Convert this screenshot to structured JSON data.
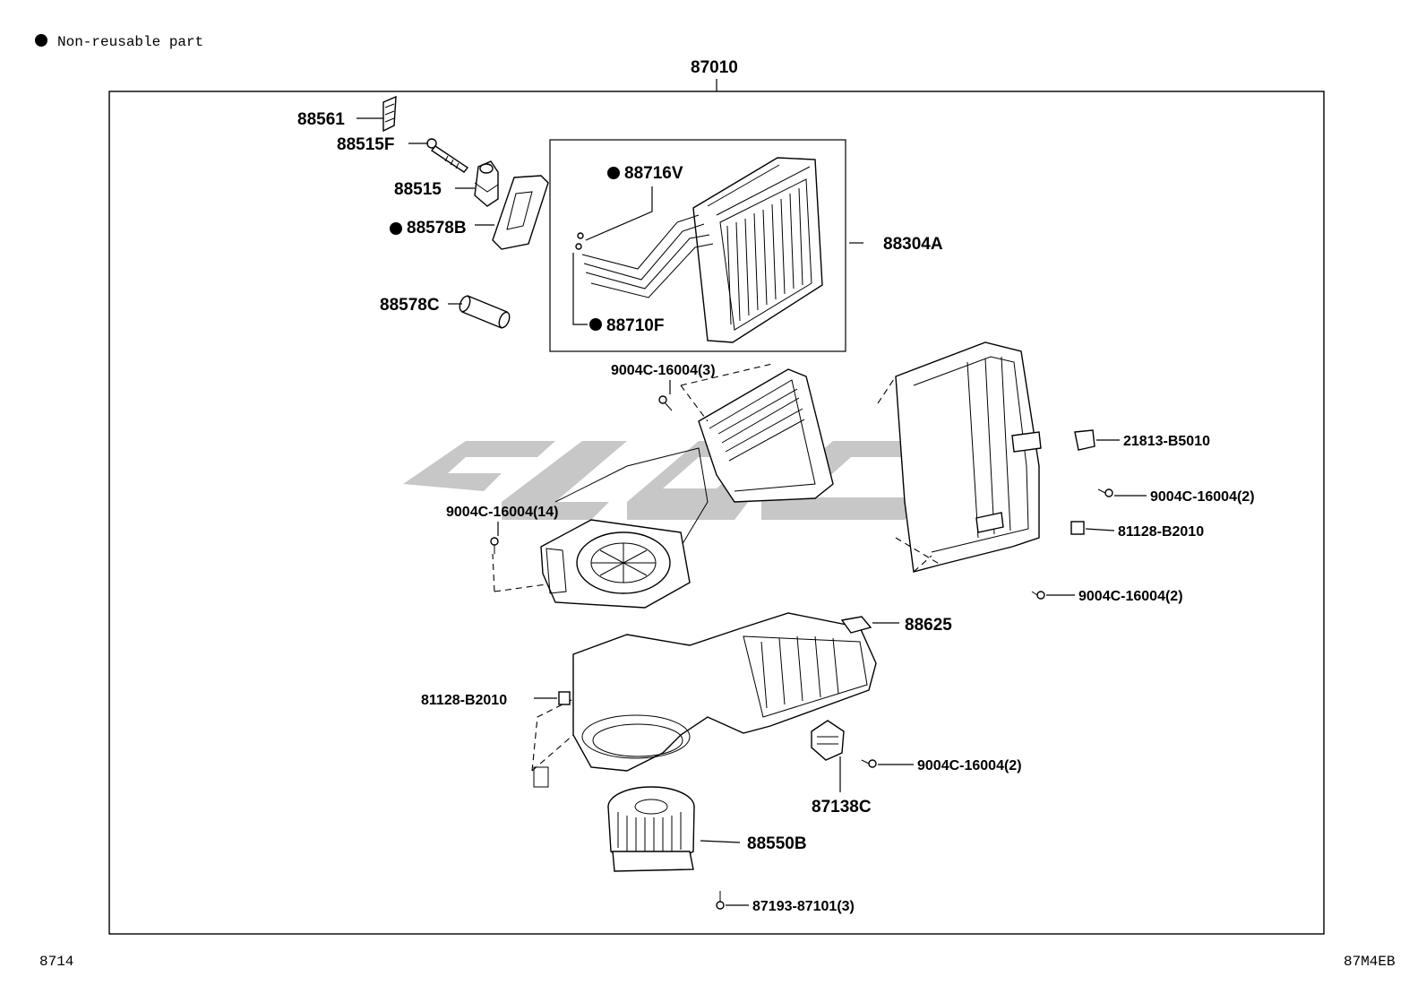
{
  "legend": {
    "text": "Non-reusable part",
    "symbol_icon": "filled-circle-icon"
  },
  "assembly": {
    "number": "87010"
  },
  "parts": {
    "p88561": "88561",
    "p88515F": "88515F",
    "p88515": "88515",
    "p88578B": "88578B",
    "p88578C": "88578C",
    "p88716V": "88716V",
    "p88710F": "88710F",
    "p88304A": "88304A",
    "p9004C_top": "9004C-16004(3)",
    "p21813": "21813-B5010",
    "p9004C_r1": "9004C-16004(2)",
    "p81128_r": "81128-B2010",
    "p9004C_r2": "9004C-16004(2)",
    "p9004C_14": "9004C-16004(14)",
    "p88625": "88625",
    "p81128_l": "81128-B2010",
    "p9004C_b": "9004C-16004(2)",
    "p87138C": "87138C",
    "p88550B": "88550B",
    "p87193": "87193-87101(3)"
  },
  "non_reusable": [
    "88578B",
    "88716V",
    "88710F"
  ],
  "footer": {
    "left": "8714",
    "right": "87M4EB"
  },
  "colors": {
    "line": "#000000",
    "watermark": "#bdbdbd",
    "background": "#ffffff"
  }
}
